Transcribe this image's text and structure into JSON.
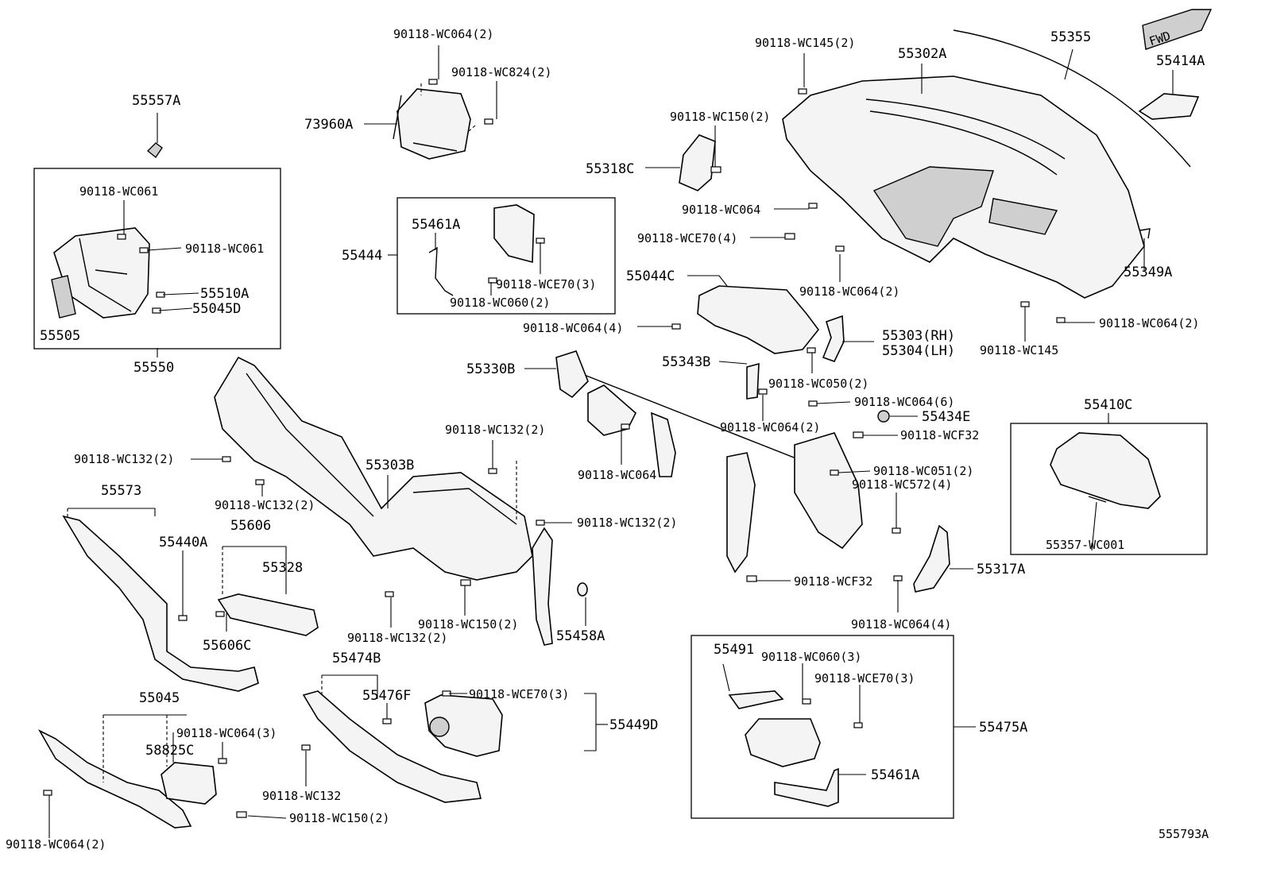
{
  "labels": {
    "l_90118_wc064_2_top": "90118-WC064(2)",
    "l_90118_wc824_2": "90118-WC824(2)",
    "l_73960a": "73960A",
    "l_90118_wc145_2": "90118-WC145(2)",
    "l_55302a": "55302A",
    "l_55355": "55355",
    "l_55414a": "55414A",
    "l_55557a": "55557A",
    "l_90118_wc150_2_top": "90118-WC150(2)",
    "l_55318c": "55318C",
    "l_90118_wc061_a": "90118-WC061",
    "l_90118_wc061_b": "90118-WC061",
    "l_55510a": "55510A",
    "l_55045d": "55045D",
    "l_55505": "55505",
    "l_55550": "55550",
    "l_55461a_top": "55461A",
    "l_55444": "55444",
    "l_90118_wce70_3_top": "90118-WCE70(3)",
    "l_90118_wc060_2": "90118-WC060(2)",
    "l_90118_wc064_mid": "90118-WC064",
    "l_90118_wce70_4": "90118-WCE70(4)",
    "l_55044c": "55044C",
    "l_90118_wc064_2_mid": "90118-WC064(2)",
    "l_55349a": "55349A",
    "l_90118_wc064_4_top": "90118-WC064(4)",
    "l_55303rh": "55303(RH)",
    "l_55304lh": "55304(LH)",
    "l_90118_wc145": "90118-WC145",
    "l_90118_wc064_2_right": "90118-WC064(2)",
    "l_55330b": "55330B",
    "l_55343b": "55343B",
    "l_90118_wc050_2": "90118-WC050(2)",
    "l_90118_wc064_6": "90118-WC064(6)",
    "l_55434e": "55434E",
    "l_55410c": "55410C",
    "l_90118_wc132_2_a": "90118-WC132(2)",
    "l_90118_wc064_2_b": "90118-WC064(2)",
    "l_90118_wcf32_a": "90118-WCF32",
    "l_90118_wc132_2_left": "90118-WC132(2)",
    "l_55303b": "55303B",
    "l_90118_wc064_c": "90118-WC064",
    "l_90118_wc051_2": "90118-WC051(2)",
    "l_90118_wc572_4": "90118-WC572(4)",
    "l_55573": "55573",
    "l_90118_wc132_2_b": "90118-WC132(2)",
    "l_55606": "55606",
    "l_55440a": "55440A",
    "l_90118_wc132_2_c": "90118-WC132(2)",
    "l_55328": "55328",
    "l_55357_wc001": "55357-WC001",
    "l_55317a": "55317A",
    "l_90118_wcf32_b": "90118-WCF32",
    "l_90118_wc150_2_mid": "90118-WC150(2)",
    "l_55458a": "55458A",
    "l_55606c": "55606C",
    "l_90118_wc132_2_d": "90118-WC132(2)",
    "l_90118_wc064_4_b": "90118-WC064(4)",
    "l_55491": "55491",
    "l_90118_wc060_3": "90118-WC060(3)",
    "l_55474b": "55474B",
    "l_90118_wce70_3_mid": "90118-WCE70(3)",
    "l_55476f": "55476F",
    "l_90118_wce70_3_bot": "90118-WCE70(3)",
    "l_55045": "55045",
    "l_55449d": "55449D",
    "l_55475a": "55475A",
    "l_90118_wc064_3": "90118-WC064(3)",
    "l_58825c": "58825C",
    "l_55461a_bot": "55461A",
    "l_90118_wc132": "90118-WC132",
    "l_90118_wc150_2_bot": "90118-WC150(2)",
    "l_90118_wc064_2_bot": "90118-WC064(2)",
    "fwd_badge": "FWD",
    "diagram_id": "555793A"
  }
}
